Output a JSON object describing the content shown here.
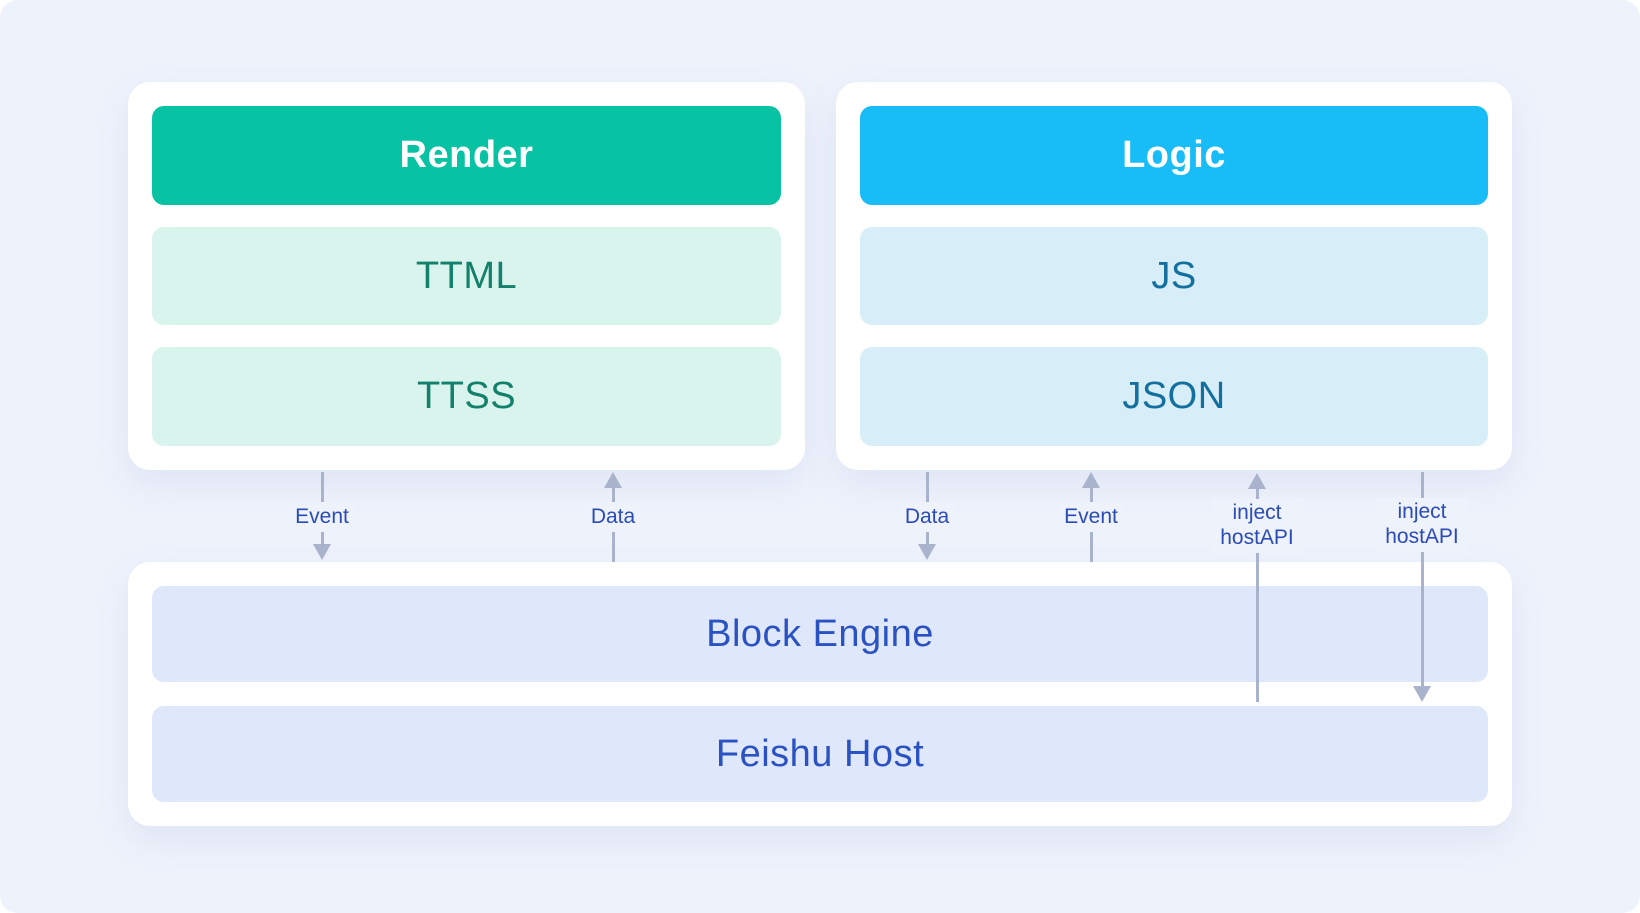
{
  "diagram": {
    "render_panel": {
      "header": "Render",
      "items": [
        "TTML",
        "TTSS"
      ]
    },
    "logic_panel": {
      "header": "Logic",
      "items": [
        "JS",
        "JSON"
      ]
    },
    "host_panel": {
      "items": [
        "Block Engine",
        "Feishu Host"
      ]
    },
    "arrows": [
      {
        "label": "Event",
        "direction": "down",
        "from": "Render",
        "to": "Block Engine"
      },
      {
        "label": "Data",
        "direction": "up",
        "from": "Block Engine",
        "to": "Render"
      },
      {
        "label": "Data",
        "direction": "down",
        "from": "Logic",
        "to": "Block Engine"
      },
      {
        "label": "Event",
        "direction": "up",
        "from": "Block Engine",
        "to": "Logic"
      },
      {
        "label": "inject hostAPI",
        "direction": "up",
        "from": "Feishu Host",
        "to": "Logic"
      },
      {
        "label": "inject hostAPI",
        "direction": "down",
        "from": "Logic",
        "to": "Feishu Host"
      }
    ],
    "colors": {
      "page_bg": "#eef2fb",
      "panel_bg": "#ffffff",
      "render_header_bg": "#07c3a3",
      "render_item_bg": "#d9f3ed",
      "render_item_text": "#12806a",
      "logic_header_bg": "#18bcf7",
      "logic_item_bg": "#d7edf8",
      "logic_item_text": "#136f9e",
      "host_item_bg": "#dfe7fb",
      "host_item_text": "#2a52c2",
      "arrow_line": "#a9b4cc",
      "arrow_label_text": "#2b4bb7",
      "header_text": "#ffffff"
    }
  }
}
